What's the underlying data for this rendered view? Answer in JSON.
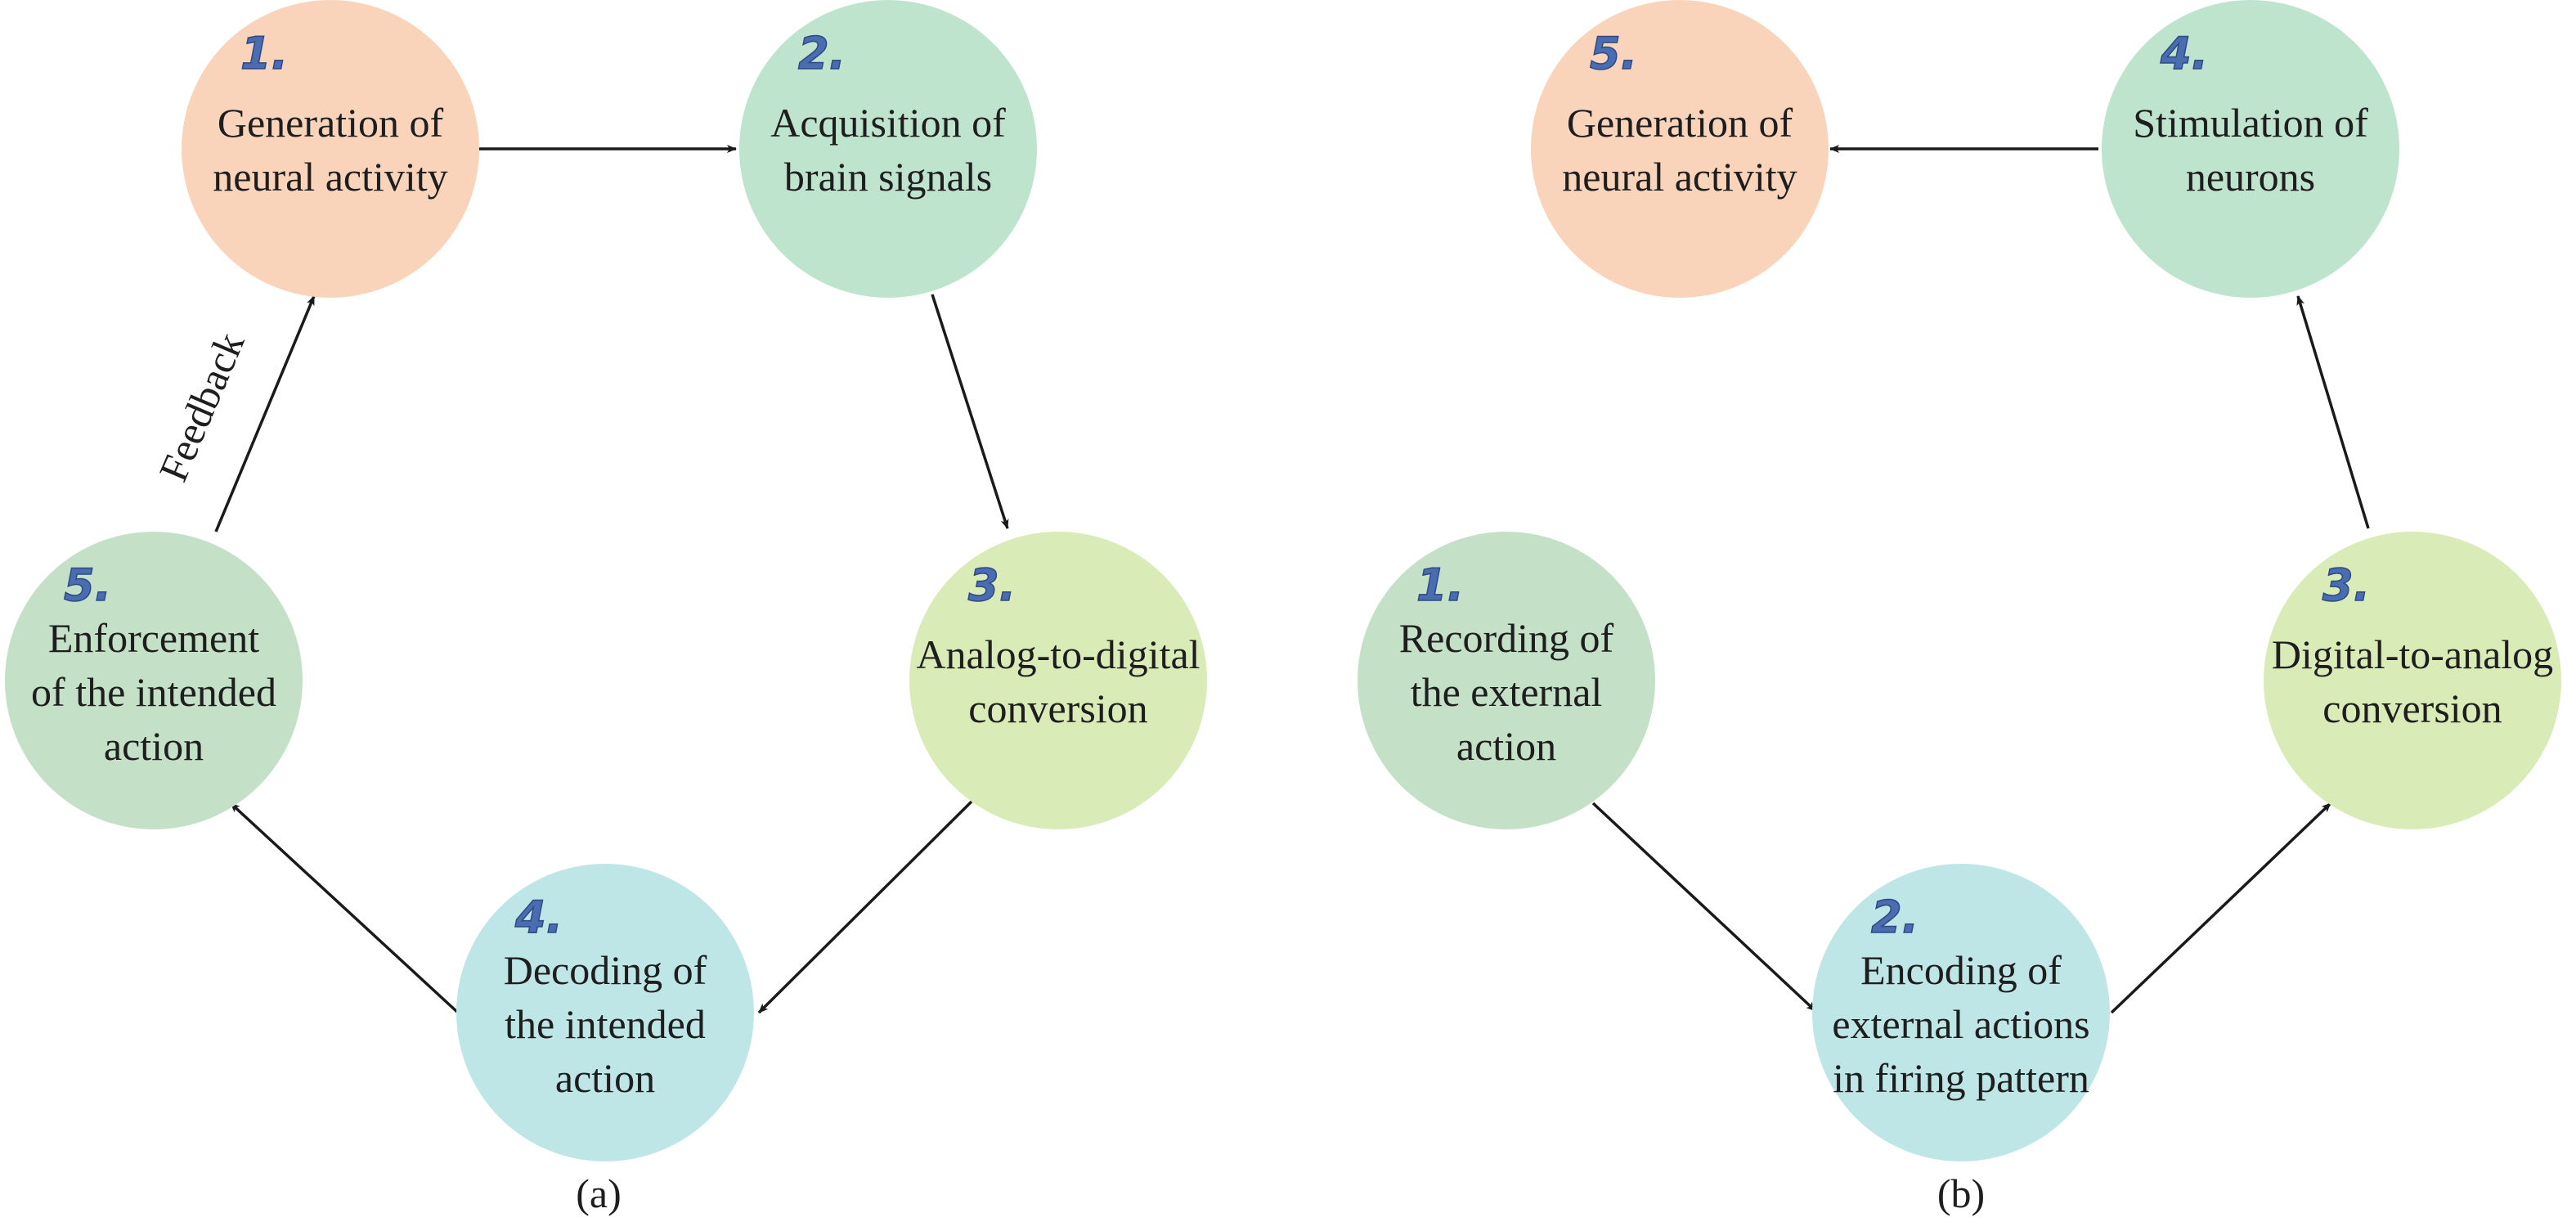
{
  "colors": {
    "peach": "#f9d4bb",
    "mint": "#bfe4cd",
    "lime": "#d9ebb7",
    "sage": "#c4e0c6",
    "cyan": "#bfe6e7",
    "number": "#4a6cb0",
    "arrow": "#1a1a1a"
  },
  "panel_a": {
    "caption": "(a)",
    "feedback_label": "Feedback",
    "nodes": [
      {
        "id": "a1",
        "number": "1.",
        "lines": [
          "Generation of",
          "neural activity"
        ],
        "color": "peach"
      },
      {
        "id": "a2",
        "number": "2.",
        "lines": [
          "Acquisition of",
          "brain signals"
        ],
        "color": "mint"
      },
      {
        "id": "a3",
        "number": "3.",
        "lines": [
          "Analog-to-digital",
          "conversion"
        ],
        "color": "lime"
      },
      {
        "id": "a4",
        "number": "4.",
        "lines": [
          "Decoding of",
          "the intended",
          "action"
        ],
        "color": "cyan"
      },
      {
        "id": "a5",
        "number": "5.",
        "lines": [
          "Enforcement",
          "of the intended",
          "action"
        ],
        "color": "sage"
      }
    ],
    "edges": [
      {
        "from": "a1",
        "to": "a2"
      },
      {
        "from": "a2",
        "to": "a3"
      },
      {
        "from": "a3",
        "to": "a4"
      },
      {
        "from": "a4",
        "to": "a5"
      },
      {
        "from": "a5",
        "to": "a1",
        "label": "Feedback"
      }
    ]
  },
  "panel_b": {
    "caption": "(b)",
    "nodes": [
      {
        "id": "b1",
        "number": "1.",
        "lines": [
          "Recording of",
          "the external",
          "action"
        ],
        "color": "sage"
      },
      {
        "id": "b2",
        "number": "2.",
        "lines": [
          "Encoding of",
          "external actions",
          "in firing pattern"
        ],
        "color": "cyan"
      },
      {
        "id": "b3",
        "number": "3.",
        "lines": [
          "Digital-to-analog",
          "conversion"
        ],
        "color": "lime"
      },
      {
        "id": "b4",
        "number": "4.",
        "lines": [
          "Stimulation of",
          "neurons"
        ],
        "color": "mint"
      },
      {
        "id": "b5",
        "number": "5.",
        "lines": [
          "Generation of",
          "neural activity"
        ],
        "color": "peach"
      }
    ],
    "edges": [
      {
        "from": "b1",
        "to": "b2"
      },
      {
        "from": "b2",
        "to": "b3"
      },
      {
        "from": "b3",
        "to": "b4"
      },
      {
        "from": "b4",
        "to": "b5"
      }
    ]
  }
}
